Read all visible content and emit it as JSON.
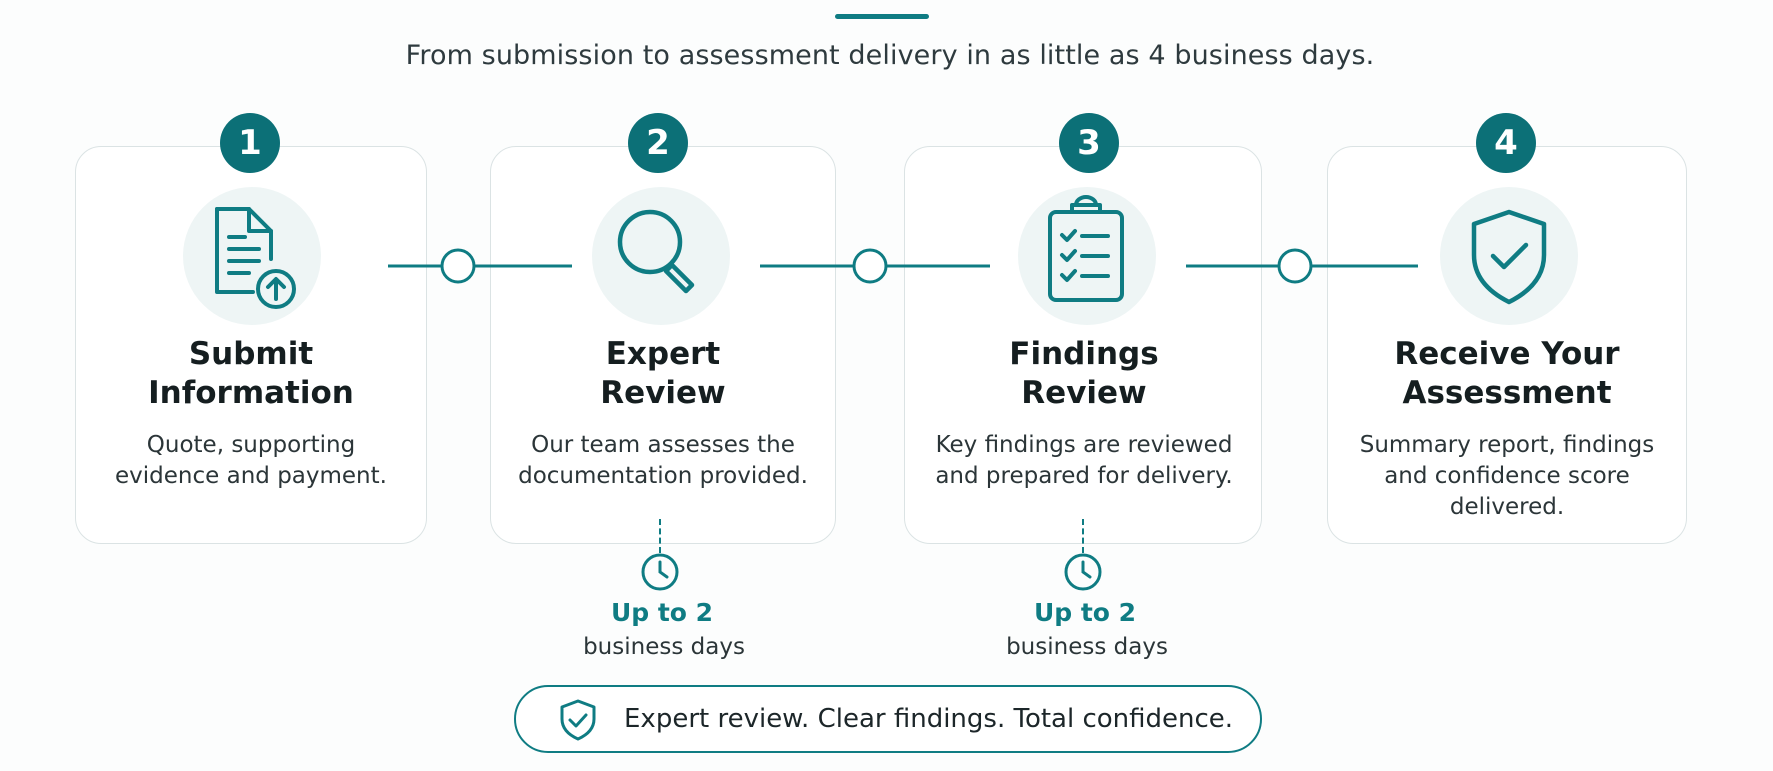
{
  "subtitle": "From submission to assessment delivery in as little as 4 business days.",
  "colors": {
    "accent": "#0f7c83",
    "badge": "#0c7077",
    "icon_bg": "#eef5f5",
    "card_border": "#dbe3e4"
  },
  "steps": [
    {
      "number": "1",
      "title_line1": "Submit",
      "title_line2": "Information",
      "desc_line1": "Quote, supporting",
      "desc_line2": "evidence and payment.",
      "desc_line3": "",
      "icon": "document-upload-icon"
    },
    {
      "number": "2",
      "title_line1": "Expert",
      "title_line2": "Review",
      "desc_line1": "Our team assesses the",
      "desc_line2": "documentation provided.",
      "desc_line3": "",
      "icon": "magnifier-icon"
    },
    {
      "number": "3",
      "title_line1": "Findings",
      "title_line2": "Review",
      "desc_line1": "Key findings are reviewed",
      "desc_line2": "and prepared for delivery.",
      "desc_line3": "",
      "icon": "clipboard-checklist-icon"
    },
    {
      "number": "4",
      "title_line1": "Receive Your",
      "title_line2": "Assessment",
      "desc_line1": "Summary report, findings",
      "desc_line2": "and confidence score",
      "desc_line3": "delivered.",
      "icon": "shield-check-icon"
    }
  ],
  "durations": [
    {
      "main": "Up to 2",
      "sub": "business days",
      "icon": "clock-icon"
    },
    {
      "main": "Up to 2",
      "sub": "business days",
      "icon": "clock-icon"
    }
  ],
  "tagline": {
    "text": "Expert review. Clear findings. Total confidence.",
    "icon": "shield-check-icon"
  }
}
